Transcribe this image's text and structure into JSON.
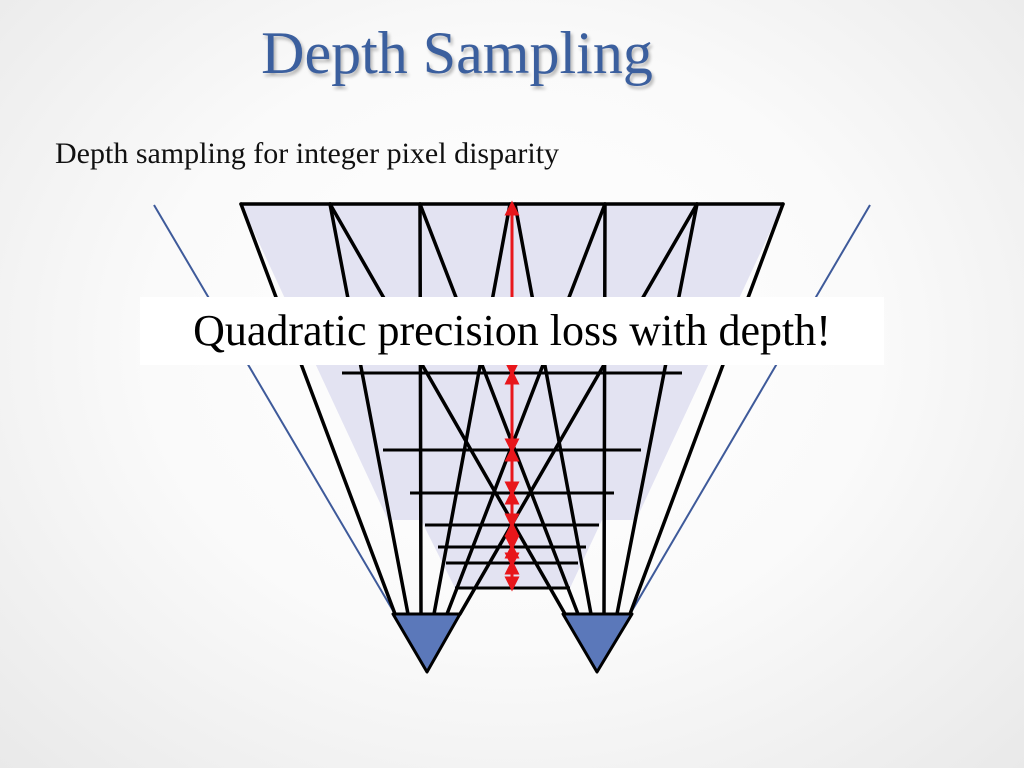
{
  "slide": {
    "title": "Depth Sampling",
    "subtitle": "Depth sampling for integer pixel disparity",
    "callout": "Quadratic precision loss with depth!"
  },
  "diagram": {
    "cameras": [
      "left-camera",
      "right-camera"
    ],
    "colors": {
      "frustum_fill": "#e3e3f2",
      "ray_stroke": "#000000",
      "camera_fill": "#5b78ba",
      "field_of_view_stroke": "#3e5a9a",
      "depth_marker": "#e8161b"
    }
  }
}
